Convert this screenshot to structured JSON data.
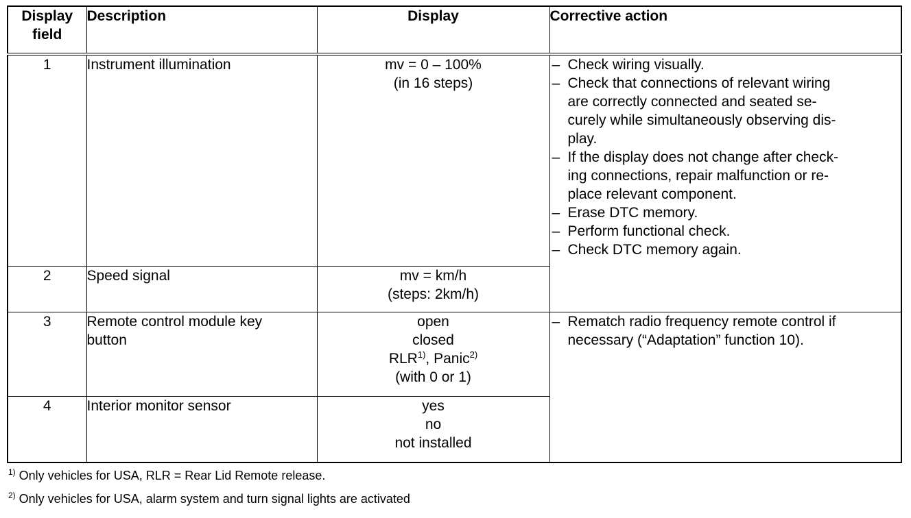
{
  "header": {
    "field_line1": "Display",
    "field_line2": "field",
    "description": "Description",
    "display": "Display",
    "corrective_action": "Corrective action"
  },
  "rows": [
    {
      "field": "1",
      "description": [
        "Instrument illumination"
      ],
      "display": [
        {
          "text": "mv = 0 – 100%"
        },
        {
          "text": "(in 16 steps)"
        }
      ]
    },
    {
      "field": "2",
      "description": [
        "Speed signal"
      ],
      "display": [
        {
          "text": "mv = km/h"
        },
        {
          "text": "(steps: 2km/h)"
        }
      ]
    },
    {
      "field": "3",
      "description": [
        "Remote control module key",
        "button"
      ],
      "display": [
        {
          "text": "open"
        },
        {
          "text": "closed"
        },
        {
          "a": "RLR",
          "a_sup": "1)",
          "b": ", Panic",
          "b_sup": "2)"
        },
        {
          "text": "(with 0 or 1)"
        }
      ]
    },
    {
      "field": "4",
      "description": [
        "Interior monitor sensor"
      ],
      "display": [
        {
          "text": "yes"
        },
        {
          "text": "no"
        },
        {
          "text": "not installed"
        }
      ]
    }
  ],
  "actions_group1": [
    {
      "dash": "–",
      "lines": [
        "Check wiring visually."
      ]
    },
    {
      "dash": "–",
      "lines": [
        "Check that connections of relevant wiring",
        "are correctly connected and seated se-",
        "curely while simultaneously observing dis-",
        "play."
      ]
    },
    {
      "dash": "–",
      "lines": [
        "If the display does not change after check-",
        "ing connections, repair malfunction or re-",
        "place relevant component."
      ]
    },
    {
      "dash": "–",
      "lines": [
        "Erase DTC memory."
      ]
    },
    {
      "dash": "–",
      "lines": [
        "Perform functional check."
      ]
    },
    {
      "dash": "–",
      "lines": [
        "Check DTC memory again."
      ]
    }
  ],
  "actions_group2": [
    {
      "dash": "–",
      "lines": [
        "Rematch radio frequency remote control if",
        "necessary (“Adaptation” function 10)."
      ]
    }
  ],
  "footnotes": [
    {
      "mark": "1)",
      "text": " Only vehicles for USA, RLR = Rear Lid Remote release."
    },
    {
      "mark": "2)",
      "text": " Only vehicles for USA, alarm system and turn signal lights are activated"
    }
  ]
}
